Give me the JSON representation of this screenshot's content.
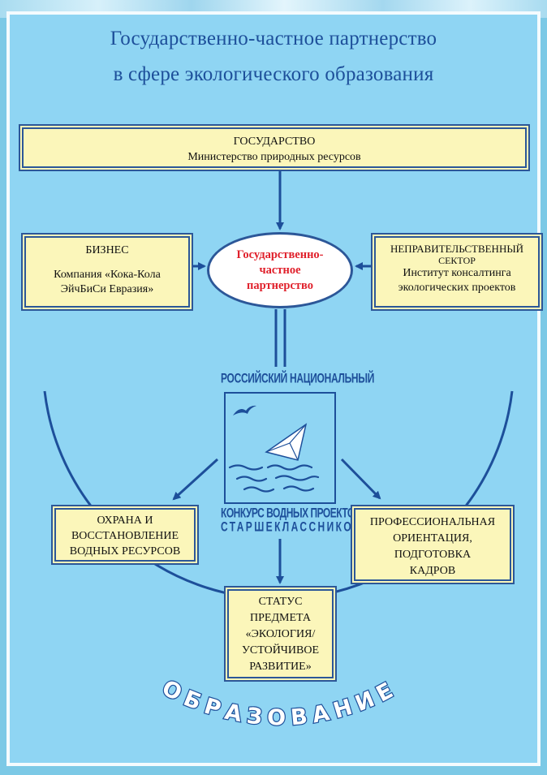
{
  "header": {
    "title_line1": "Государственно-частное партнерство",
    "title_line2": "в сфере экологического образования"
  },
  "state_box": {
    "heading": "ГОСУДАРСТВО",
    "subtitle": "Министерство природных ресурсов"
  },
  "business_box": {
    "heading": "БИЗНЕС",
    "line1": "Компания «Кока-Кола",
    "line2": "ЭйчБиСи Евразия»"
  },
  "ngo_box": {
    "heading1": "НЕПРАВИТЕЛЬСТВЕННЫЙ",
    "heading2": "СЕКТОР",
    "line1": "Институт консалтинга",
    "line2": "экологических проектов"
  },
  "center_ellipse": {
    "line1": "Государственно-",
    "line2": "частное",
    "line3": "партнерство"
  },
  "logo": {
    "top_text": "РОССИЙСКИЙ НАЦИОНАЛЬНЫЙ",
    "bottom_line1": "КОНКУРС ВОДНЫХ ПРОЕКТОВ",
    "bottom_line2": "СТАРШЕКЛАССНИКОВ"
  },
  "water_box": {
    "line1": "ОХРАНА И",
    "line2": "ВОССТАНОВЛЕНИЕ",
    "line3": "ВОДНЫХ РЕСУРСОВ"
  },
  "career_box": {
    "line1": "ПРОФЕССИОНАЛЬНАЯ",
    "line2": "ОРИЕНТАЦИЯ,",
    "line3": "ПОДГОТОВКА",
    "line4": "КАДРОВ"
  },
  "status_box": {
    "line1": "СТАТУС",
    "line2": "ПРЕДМЕТА",
    "line3": "«ЭКОЛОГИЯ/",
    "line4": "УСТОЙЧИВОЕ",
    "line5": "РАЗВИТИЕ»"
  },
  "arc_label": "ОБРАЗОВАНИЕ",
  "colors": {
    "background": "#8fd5f3",
    "box_fill": "#fbf6ba",
    "line": "#2c5798",
    "title": "#1d4f9a",
    "accent_red": "#e0202b"
  }
}
